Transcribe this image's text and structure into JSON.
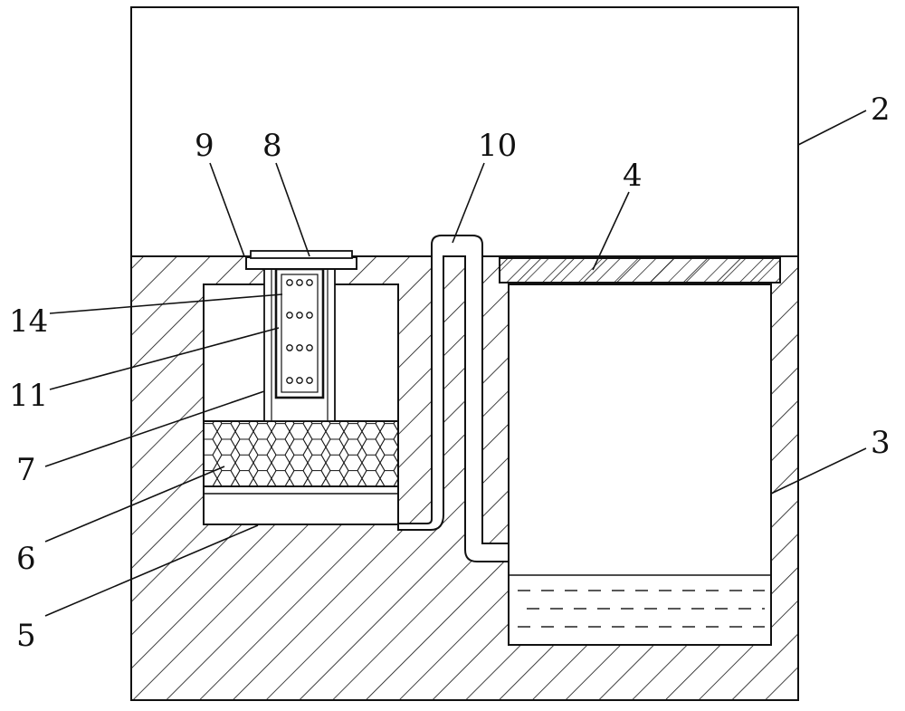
{
  "colors": {
    "line": "#111111",
    "background": "#ffffff"
  },
  "labels": {
    "l2": "2",
    "l3": "3",
    "l4": "4",
    "l5": "5",
    "l6": "6",
    "l7": "7",
    "l8": "8",
    "l9": "9",
    "l10": "10",
    "l11": "11",
    "l14": "14"
  }
}
